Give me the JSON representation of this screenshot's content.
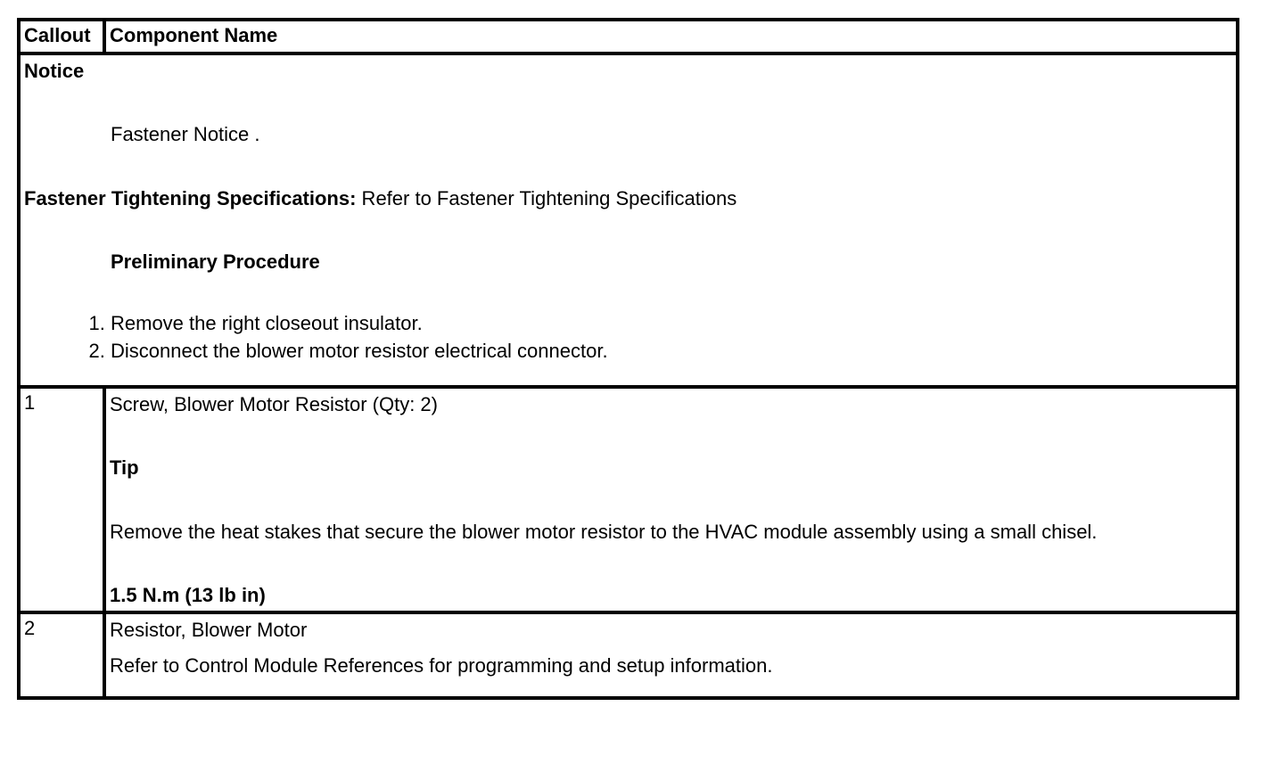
{
  "header": {
    "callout": "Callout",
    "component": "Component Name"
  },
  "notice": {
    "title": "Notice",
    "fastener_notice": "Fastener Notice .",
    "spec_label": "Fastener Tightening Specifications:",
    "spec_text": " Refer to Fastener Tightening Specifications",
    "preliminary_title": "Preliminary Procedure",
    "steps": [
      "Remove the right closeout insulator.",
      "Disconnect the blower motor resistor electrical connector."
    ]
  },
  "rows": [
    {
      "callout": "1",
      "name": "Screw, Blower Motor Resistor (Qty: 2)",
      "tip_label": "Tip",
      "tip_text": "Remove the heat stakes that secure the blower motor resistor to the HVAC module assembly using a small chisel.",
      "torque": "1.5 N.m (13 lb in)"
    },
    {
      "callout": "2",
      "name": "Resistor, Blower Motor",
      "note": "Refer to Control Module References for programming and setup information."
    }
  ]
}
